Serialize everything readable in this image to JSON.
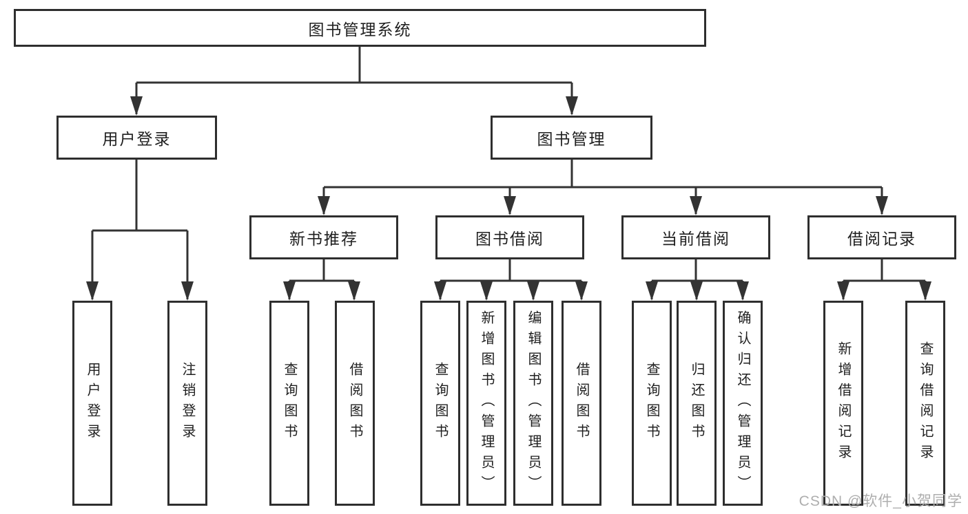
{
  "diagram": {
    "watermark": "CSDN @软件_小贺同学",
    "colors": {
      "line": "#333333",
      "border": "#2e2e2e",
      "text": "#1f1f1f",
      "watermark": "#aeaeae",
      "background": "#ffffff"
    },
    "tree": {
      "root": {
        "label": "图书管理系统"
      },
      "level2": [
        {
          "label": "用户登录",
          "leaves": [
            {
              "label": "用户登录"
            },
            {
              "label": "注销登录"
            }
          ]
        },
        {
          "label": "图书管理",
          "groups": [
            {
              "label": "新书推荐",
              "leaves": [
                {
                  "label": "查询图书"
                },
                {
                  "label": "借阅图书"
                }
              ]
            },
            {
              "label": "图书借阅",
              "leaves": [
                {
                  "label": "查询图书"
                },
                {
                  "label": "新增图书（管理员）"
                },
                {
                  "label": "编辑图书（管理员）"
                },
                {
                  "label": "借阅图书"
                }
              ]
            },
            {
              "label": "当前借阅",
              "leaves": [
                {
                  "label": "查询图书"
                },
                {
                  "label": "归还图书"
                },
                {
                  "label": "确认归还（管理员）"
                }
              ]
            },
            {
              "label": "借阅记录",
              "leaves": [
                {
                  "label": "新增借阅记录"
                },
                {
                  "label": "查询借阅记录"
                }
              ]
            }
          ]
        }
      ]
    }
  }
}
